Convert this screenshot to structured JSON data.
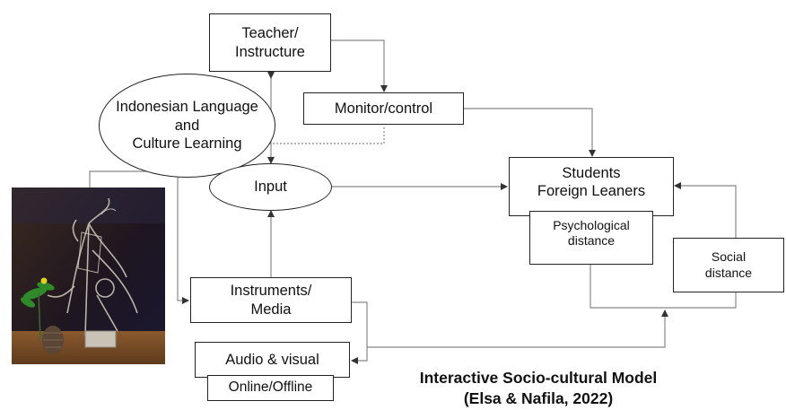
{
  "nodes": {
    "teacher": [
      "Teacher/",
      "Instructure"
    ],
    "monitor": "Monitor/control",
    "culture": [
      "Indonesian Language",
      "and",
      "Culture Learning"
    ],
    "input": "Input",
    "students": [
      "Students",
      "Foreign Leaners"
    ],
    "psychological": [
      "Psychological",
      "distance"
    ],
    "social": [
      "Social",
      "distance"
    ],
    "instruments": [
      "Instruments/",
      "Media"
    ],
    "audio": "Audio & visual",
    "online": "Online/Offline"
  },
  "caption": {
    "title": "Interactive Socio-cultural Model",
    "citation": "(Elsa & Nafila, 2022)"
  }
}
